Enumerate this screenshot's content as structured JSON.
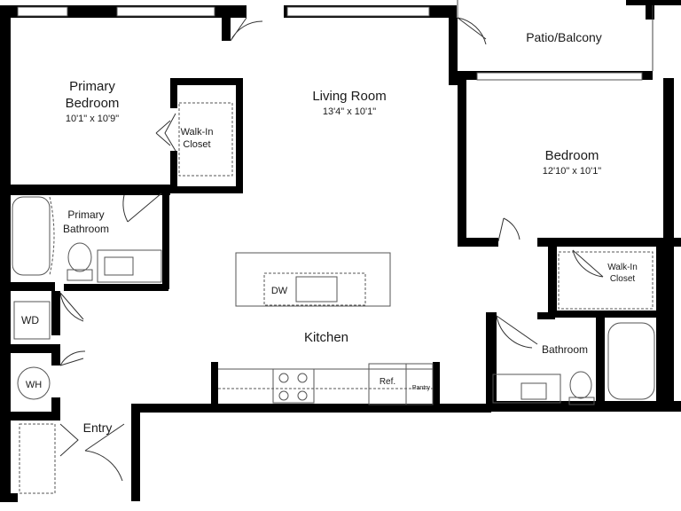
{
  "rooms": {
    "primary_bedroom": {
      "name_line1": "Primary",
      "name_line2": "Bedroom",
      "size": "10'1\" x 10'9\""
    },
    "walk_in_closet_1": {
      "line1": "Walk-In",
      "line2": "Closet"
    },
    "living_room": {
      "name": "Living Room",
      "size": "13'4\" x 10'1\""
    },
    "patio": {
      "name": "Patio/Balcony"
    },
    "bedroom": {
      "name": "Bedroom",
      "size": "12'10\" x 10'1\""
    },
    "primary_bathroom": {
      "line1": "Primary",
      "line2": "Bathroom"
    },
    "walk_in_closet_2": {
      "line1": "Walk-In",
      "line2": "Closet"
    },
    "kitchen": {
      "name": "Kitchen"
    },
    "bathroom": {
      "name": "Bathroom"
    },
    "entry": {
      "name": "Entry"
    }
  },
  "fixtures": {
    "dishwasher": "DW",
    "washer_dryer": "WD",
    "water_heater": "WH",
    "refrigerator": "Ref.",
    "pantry": "Pantry"
  }
}
